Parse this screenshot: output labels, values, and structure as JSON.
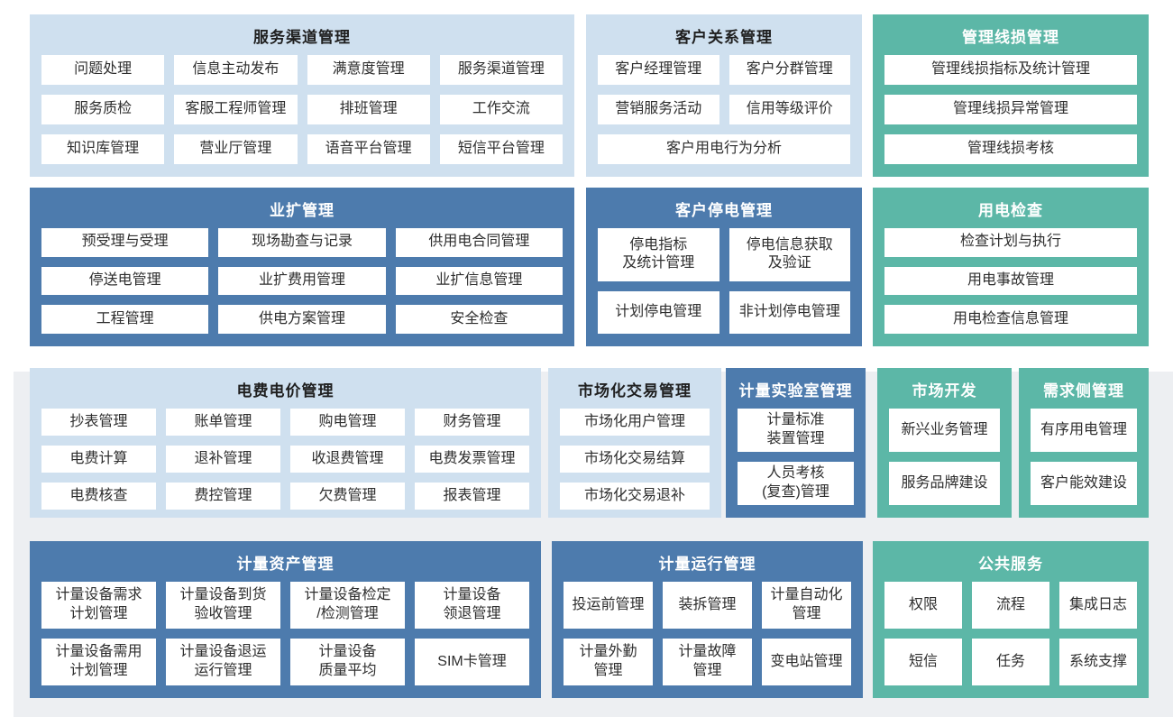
{
  "colors": {
    "light_blue_panel": "#cfe0ef",
    "dark_blue_panel": "#4d7bad",
    "teal_panel": "#5cb7a7",
    "lower_backdrop": "#edeff2",
    "item_background": "#ffffff",
    "dark_title_text": "#1f1f1f",
    "light_title_text": "#ffffff",
    "item_text": "#2e2e2e"
  },
  "panels": [
    {
      "title": "服务渠道管理",
      "items": [
        "问题处理",
        "信息主动发布",
        "满意度管理",
        "服务渠道管理",
        "服务质检",
        "客服工程师管理",
        "排班管理",
        "工作交流",
        "知识库管理",
        "营业厅管理",
        "语音平台管理",
        "短信平台管理"
      ]
    },
    {
      "title": "客户关系管理",
      "items": [
        "客户经理管理",
        "客户分群管理",
        "营销服务活动",
        "信用等级评价",
        "客户用电行为分析"
      ]
    },
    {
      "title": "管理线损管理",
      "items": [
        "管理线损指标及统计管理",
        "管理线损异常管理",
        "管理线损考核"
      ]
    },
    {
      "title": "业扩管理",
      "items": [
        "预受理与受理",
        "现场勘查与记录",
        "供用电合同管理",
        "停送电管理",
        "业扩费用管理",
        "业扩信息管理",
        "工程管理",
        "供电方案管理",
        "安全检查"
      ]
    },
    {
      "title": "客户停电管理",
      "items": [
        "停电指标\n及统计管理",
        "停电信息获取\n及验证",
        "计划停电管理",
        "非计划停电管理"
      ]
    },
    {
      "title": "用电检查",
      "items": [
        "检查计划与执行",
        "用电事故管理",
        "用电检查信息管理"
      ]
    },
    {
      "title": "电费电价管理",
      "items": [
        "抄表管理",
        "账单管理",
        "购电管理",
        "财务管理",
        "电费计算",
        "退补管理",
        "收退费管理",
        "电费发票管理",
        "电费核查",
        "费控管理",
        "欠费管理",
        "报表管理"
      ]
    },
    {
      "title": "市场化交易管理",
      "items": [
        "市场化用户管理",
        "市场化交易结算",
        "市场化交易退补"
      ]
    },
    {
      "title": "计量实验室管理",
      "items": [
        "计量标准\n装置管理",
        "人员考核\n(复查)管理"
      ]
    },
    {
      "title": "市场开发",
      "items": [
        "新兴业务管理",
        "服务品牌建设"
      ]
    },
    {
      "title": "需求侧管理",
      "items": [
        "有序用电管理",
        "客户能效建设"
      ]
    },
    {
      "title": "计量资产管理",
      "items": [
        "计量设备需求\n计划管理",
        "计量设备到货\n验收管理",
        "计量设备检定\n/检测管理",
        "计量设备\n领退管理",
        "计量设备需用\n计划管理",
        "计量设备退运\n运行管理",
        "计量设备\n质量平均",
        "SIM卡管理"
      ]
    },
    {
      "title": "计量运行管理",
      "items": [
        "投运前管理",
        "装拆管理",
        "计量自动化\n管理",
        "计量外勤\n管理",
        "计量故障\n管理",
        "变电站管理"
      ]
    },
    {
      "title": "公共服务",
      "items": [
        "权限",
        "流程",
        "集成日志",
        "短信",
        "任务",
        "系统支撑"
      ]
    }
  ]
}
